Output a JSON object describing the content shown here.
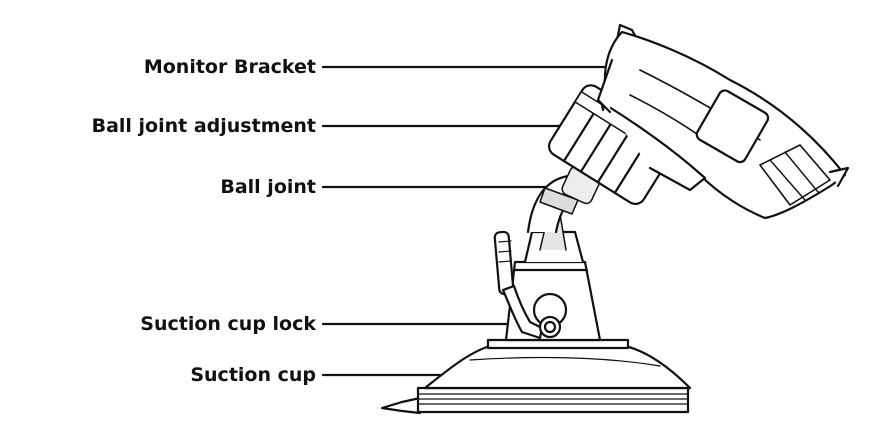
{
  "labels": [
    {
      "id": "monitor-bracket",
      "text": "Monitor Bracket"
    },
    {
      "id": "ball-joint-adjustment",
      "text": "Ball joint adjustment"
    },
    {
      "id": "ball-joint",
      "text": "Ball joint"
    },
    {
      "id": "suction-cup-lock",
      "text": "Suction cup lock"
    },
    {
      "id": "suction-cup",
      "text": "Suction cup"
    }
  ],
  "colors": {
    "line": "#111111",
    "shade": "#cccccc",
    "background": "#ffffff"
  }
}
